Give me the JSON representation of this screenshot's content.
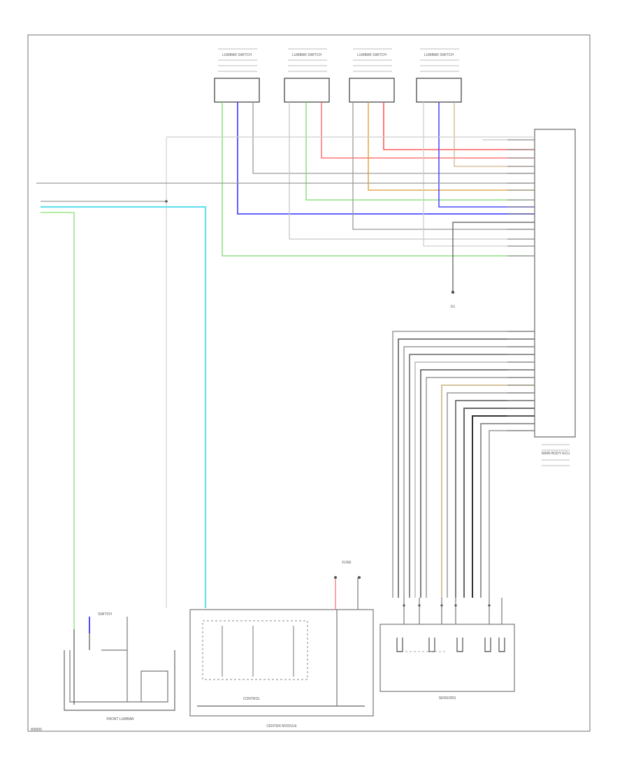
{
  "frame": {
    "id_label": "W0000"
  },
  "colors": {
    "wire_gray": "#9a9a9a",
    "wire_dark": "#555555",
    "green": "#79dc6a",
    "blue": "#4c4cff",
    "red": "#ff5a5a",
    "orange": "#d99a2a",
    "tan": "#c8b07a",
    "cyan": "#66e0ee",
    "lightgreen": "#9ae88a"
  },
  "connectors_top": [
    {
      "id": "conn1",
      "name": "LUMBAR SWITCH"
    },
    {
      "id": "conn2",
      "name": "LUMBAR SWITCH"
    },
    {
      "id": "conn3",
      "name": "LUMBAR SWITCH"
    },
    {
      "id": "conn4",
      "name": "LUMBAR SWITCH"
    }
  ],
  "main_module": {
    "label": "MAIN BODY ECU"
  },
  "ground_label": "G1",
  "bottom": {
    "left_switch_label": "SWITCH",
    "left_module_label": "FRONT LUMBAR",
    "center_module_label": "CENTER MODULE",
    "center_sub_label": "CONTROL",
    "right_module_label": "SENSORS",
    "fuse_label": "FUSE"
  }
}
